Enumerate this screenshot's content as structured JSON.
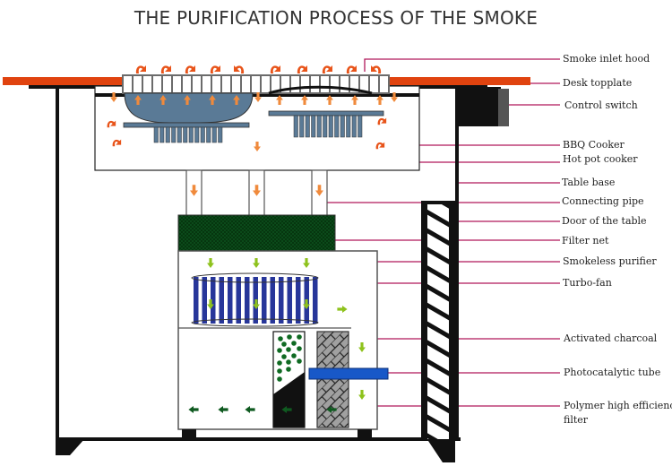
{
  "title": "THE PURIFICATION PROCESS OF THE SMOKE",
  "colors": {
    "topplate": "#e0430f",
    "arrow_orange": "#f08a3c",
    "arrow_curl": "#e8541a",
    "leader_line": "#b0185a",
    "cooker_blue": "#5a7a96",
    "filter_net": "#0b4a1a",
    "turbo_fan": "#27369a",
    "charcoal_dot": "#0f6a22",
    "photocatalytic_tube": "#1858c8",
    "polymer_filter": "#9a9a9a",
    "arrow_lime": "#8ec21c",
    "arrow_dark_green": "#0f5a20",
    "structure": "#111111"
  },
  "labels": [
    {
      "id": "smoke-inlet-hood",
      "text": "Smoke inlet hood"
    },
    {
      "id": "desk-topplate",
      "text": "Desk topplate"
    },
    {
      "id": "control-switch",
      "text": "Control switch"
    },
    {
      "id": "bbq-cooker",
      "text": "BBQ Cooker"
    },
    {
      "id": "hot-pot-cooker",
      "text": "Hot pot cooker"
    },
    {
      "id": "table-base",
      "text": "Table base"
    },
    {
      "id": "connecting-pipe",
      "text": "Connecting pipe"
    },
    {
      "id": "door-of-the-table",
      "text": "Door of the table"
    },
    {
      "id": "filter-net",
      "text": "Filter net"
    },
    {
      "id": "smokeless-purifier",
      "text": "Smokeless purifier"
    },
    {
      "id": "turbo-fan",
      "text": "Turbo-fan"
    },
    {
      "id": "activated-charcoal",
      "text": "Activated charcoal"
    },
    {
      "id": "photocatalytic-tube",
      "text": "Photocatalytic tube"
    },
    {
      "id": "polymer-filter-line1",
      "text": "Polymer high efficiency"
    },
    {
      "id": "polymer-filter-line2",
      "text": "filter"
    }
  ]
}
